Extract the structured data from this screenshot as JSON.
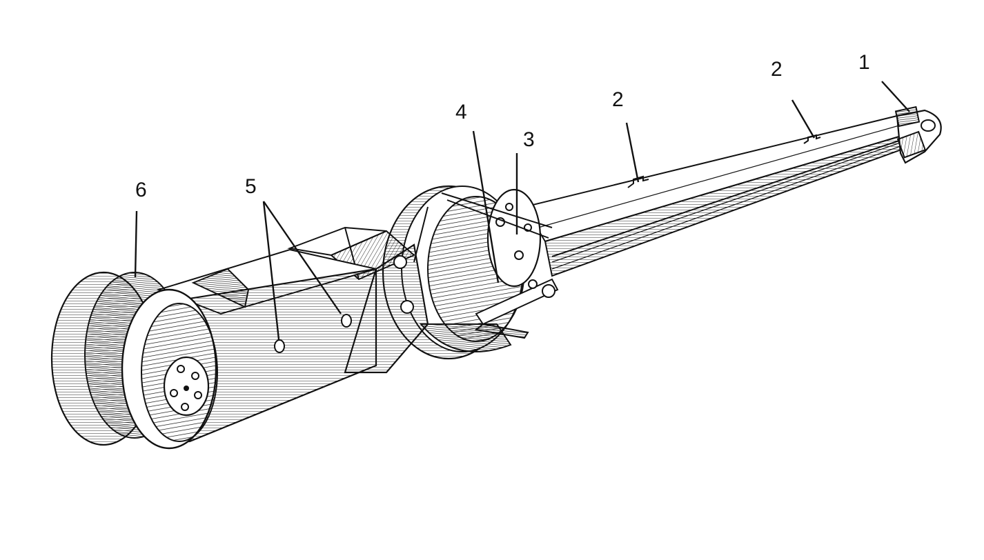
{
  "figure": {
    "callouts": [
      {
        "id": "c1",
        "label": "1"
      },
      {
        "id": "c2a",
        "label": "2"
      },
      {
        "id": "c2b",
        "label": "2"
      },
      {
        "id": "c3",
        "label": "3"
      },
      {
        "id": "c4",
        "label": "4"
      },
      {
        "id": "c5",
        "label": "5"
      },
      {
        "id": "c6",
        "label": "6"
      }
    ],
    "colors": {
      "ink": "#111111",
      "paper": "#ffffff"
    }
  }
}
